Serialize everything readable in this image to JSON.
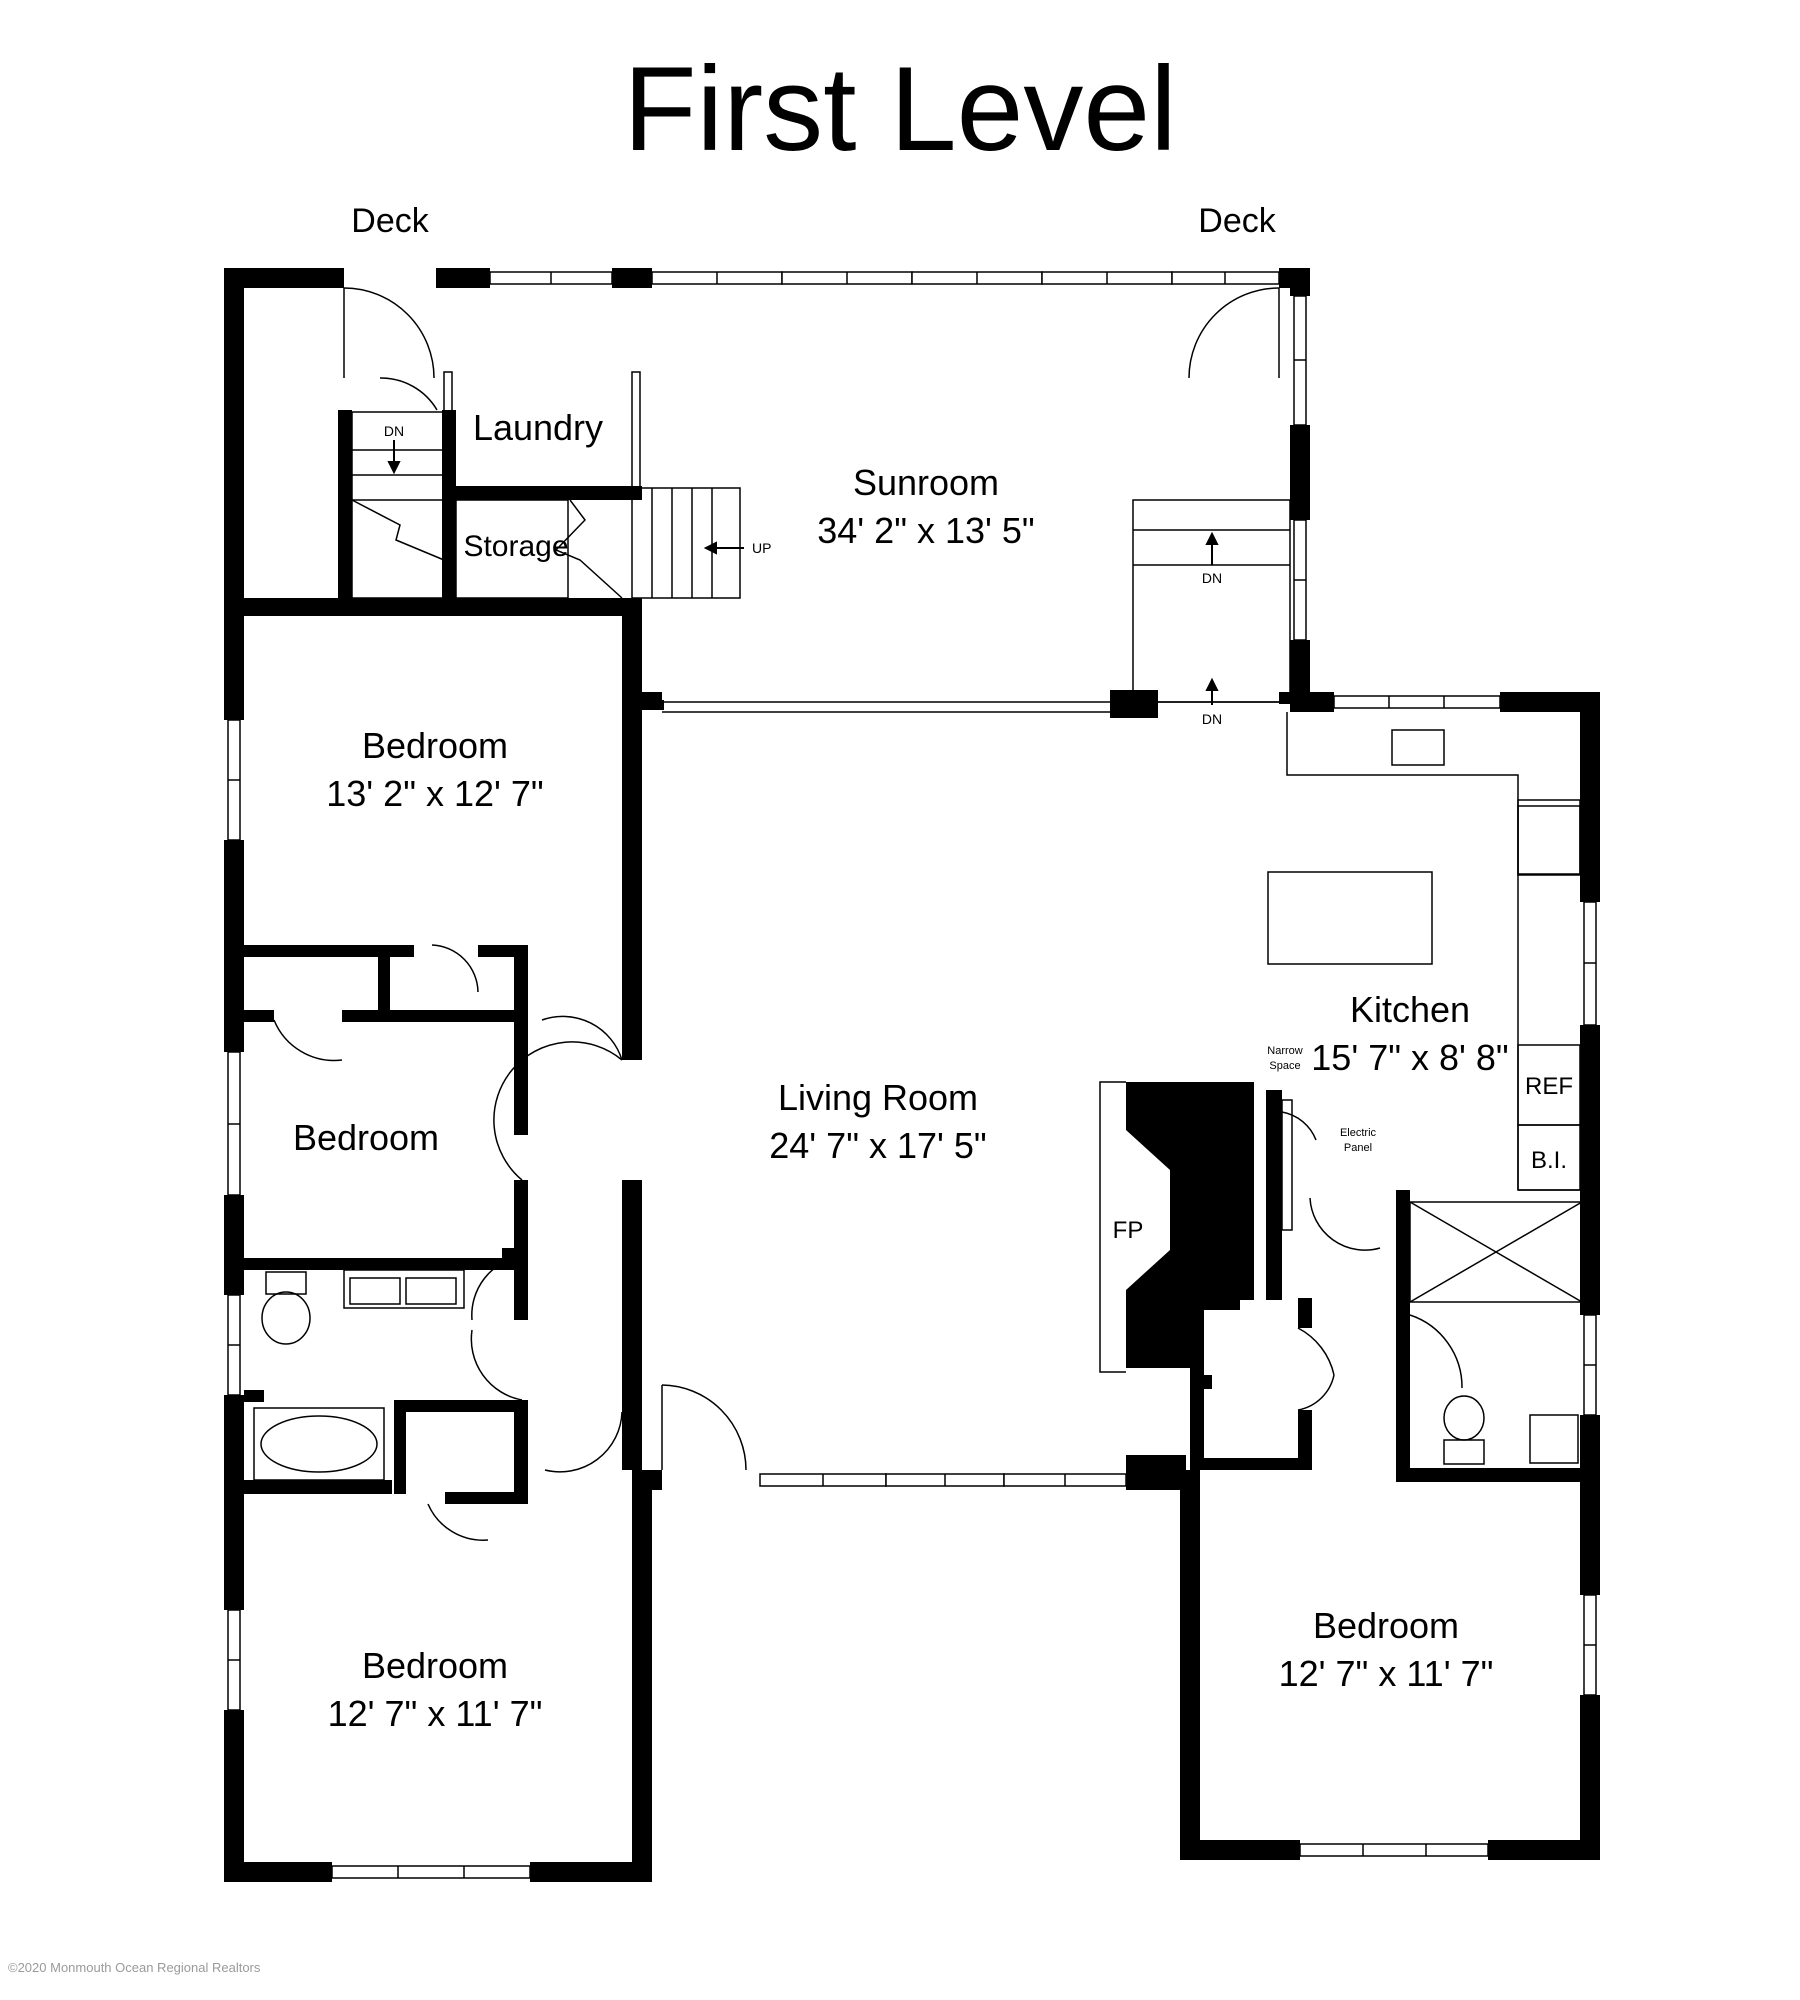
{
  "title": "First Level",
  "labels": {
    "deck_left": "Deck",
    "deck_right": "Deck",
    "laundry": "Laundry",
    "storage": "Storage",
    "dn_stair_left": "DN",
    "up_stair": "UP",
    "dn_sunroom": "DN",
    "dn_living": "DN",
    "narrow_space_1": "Narrow",
    "narrow_space_2": "Space",
    "electric_panel_1": "Electric",
    "electric_panel_2": "Panel",
    "fp": "FP",
    "ref": "REF",
    "bi": "B.I."
  },
  "rooms": {
    "sunroom": {
      "name": "Sunroom",
      "dims": "34' 2\" x 13' 5\""
    },
    "bedroom_1": {
      "name": "Bedroom",
      "dims": "13' 2\" x 12' 7\""
    },
    "bedroom_2": {
      "name": "Bedroom",
      "dims": ""
    },
    "bedroom_3": {
      "name": "Bedroom",
      "dims": "12' 7\" x 11' 7\""
    },
    "bedroom_4": {
      "name": "Bedroom",
      "dims": "12' 7\" x 11' 7\""
    },
    "living_room": {
      "name": "Living Room",
      "dims": "24' 7\" x 17' 5\""
    },
    "kitchen": {
      "name": "Kitchen",
      "dims": "15' 7\" x 8' 8\""
    }
  },
  "watermark": "©2020 Monmouth Ocean Regional Realtors"
}
